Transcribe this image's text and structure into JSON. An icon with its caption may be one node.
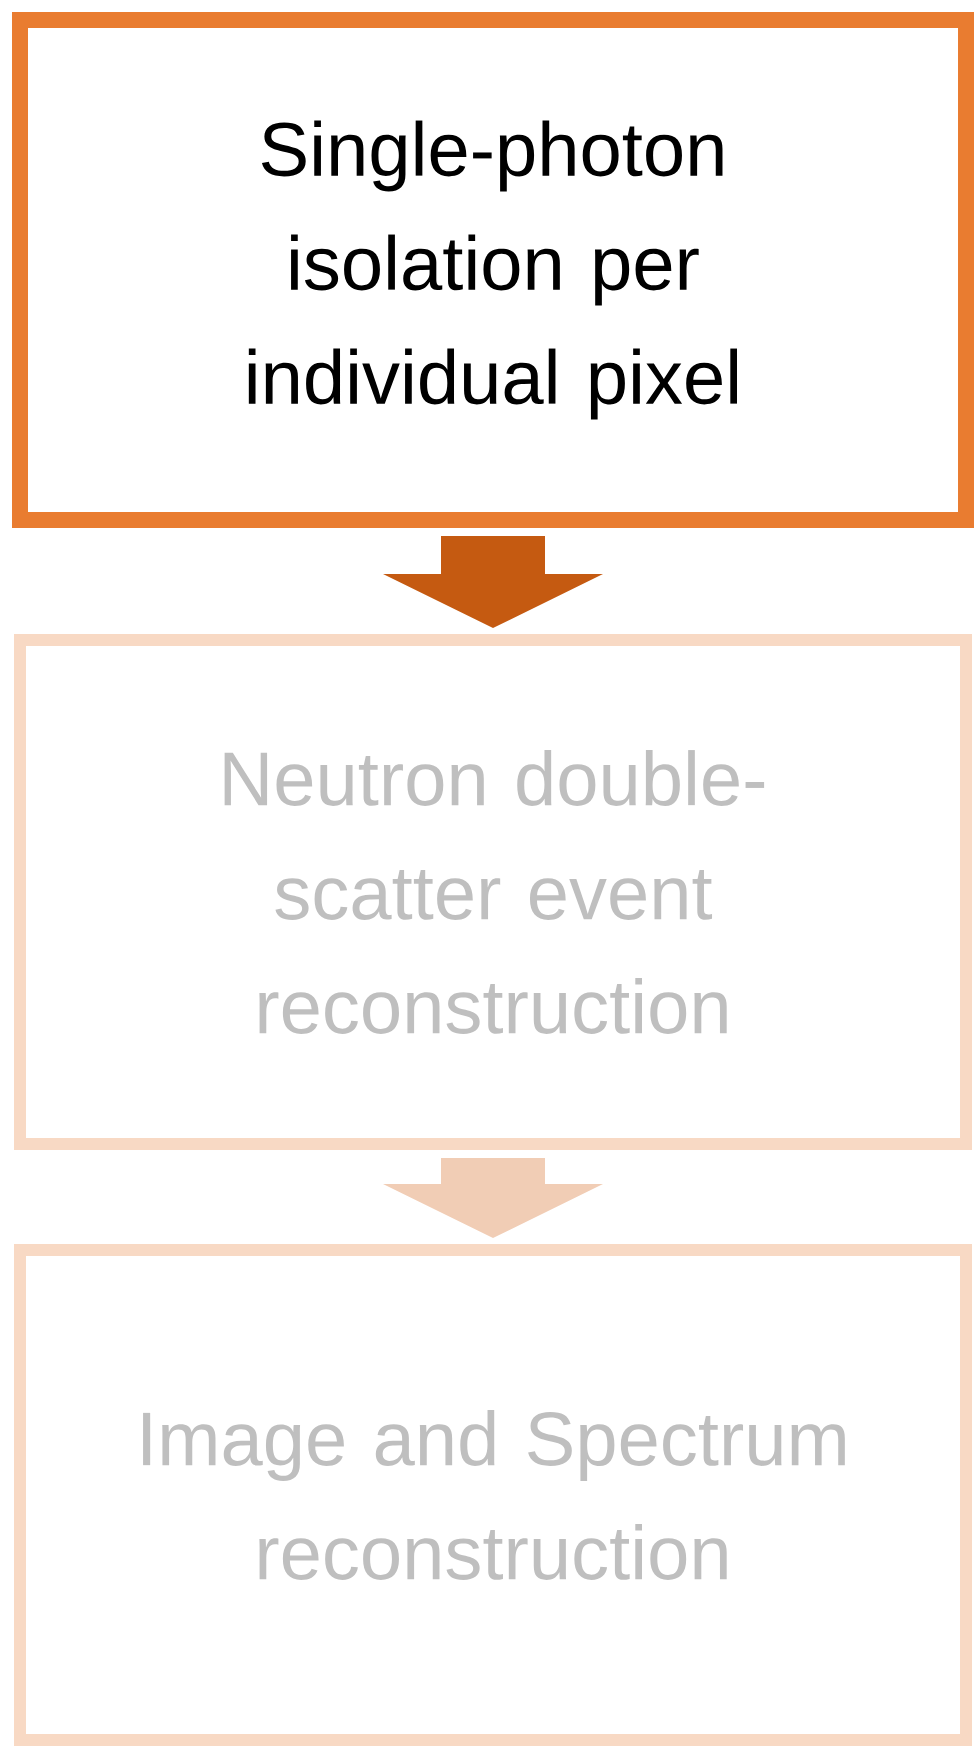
{
  "diagram": {
    "nodes": [
      {
        "text": [
          "Single-photon isolation per individual pixel"
        ]
      },
      {
        "text": [
          "Neutron double-scatter event reconstruction"
        ]
      },
      {
        "text": [
          "Image and Spectrum reconstruction"
        ]
      }
    ],
    "edges": [
      {
        "from": 0,
        "to": 1,
        "arrow": "to",
        "color": "#c55a11"
      },
      {
        "from": 1,
        "to": 2,
        "arrow": "to",
        "color": "#f1cdb5"
      }
    ]
  }
}
